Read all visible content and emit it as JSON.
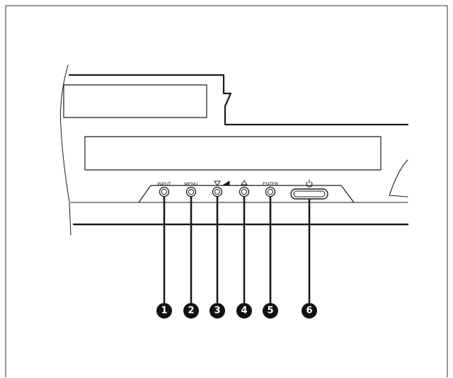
{
  "panel": {
    "buttons": [
      {
        "id": "input",
        "label": "INPUT",
        "callout": "1"
      },
      {
        "id": "menu",
        "label": "MENU",
        "callout": "2"
      },
      {
        "id": "down",
        "label": "",
        "callout": "3",
        "icon": "down-arrow-brightness-icon"
      },
      {
        "id": "up",
        "label": "",
        "callout": "4",
        "icon": "up-arrow-icon"
      },
      {
        "id": "enter",
        "label": "ENTER",
        "callout": "5"
      },
      {
        "id": "power",
        "label": "",
        "callout": "6",
        "icon": "power-icon"
      }
    ]
  },
  "colors": {
    "line": "#1a1a1a",
    "callout_fill": "#111111",
    "background": "#ffffff"
  }
}
